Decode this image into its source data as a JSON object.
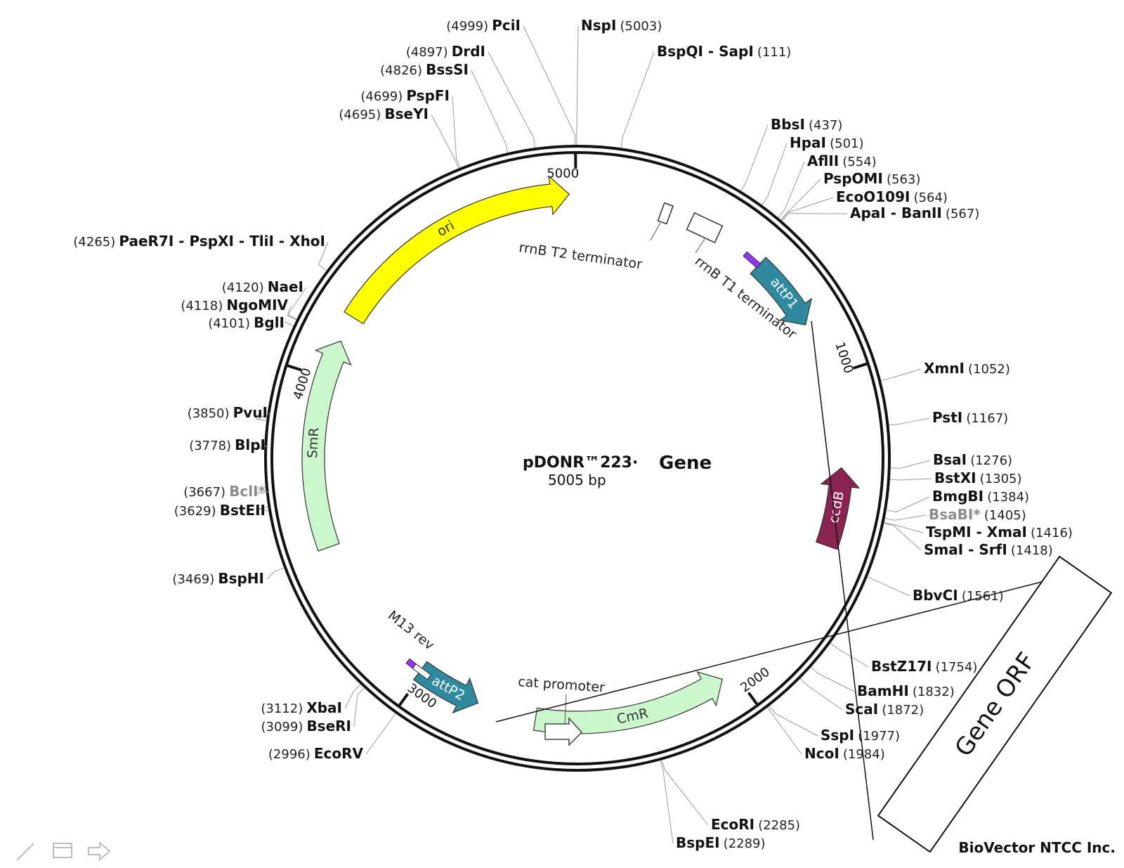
{
  "plasmid": {
    "name": "pDONR™223·",
    "insert": "Gene",
    "size_label": "5005 bp",
    "total_bp": 5005
  },
  "ticks": [
    {
      "label": "5000",
      "bp": 5000
    },
    {
      "label": "1000",
      "bp": 1000
    },
    {
      "label": "2000",
      "bp": 2000
    },
    {
      "label": "3000",
      "bp": 3000
    },
    {
      "label": "4000",
      "bp": 4000
    }
  ],
  "features": [
    {
      "name": "ori",
      "start": 4200,
      "end": 4980,
      "direction": 1,
      "color": "#ffff00",
      "label_color": "#333333"
    },
    {
      "name": "attP1",
      "start": 600,
      "end": 830,
      "direction": 1,
      "color": "#2f8aa0",
      "label_color": "#ffffff"
    },
    {
      "name": "ccdB",
      "start": 1280,
      "end": 1520,
      "direction": -1,
      "color": "#8b2350",
      "label_color": "#ffffff"
    },
    {
      "name": "CmR",
      "start": 2040,
      "end": 2630,
      "direction": -1,
      "color": "#ccf7cc",
      "label_color": "#333333"
    },
    {
      "name": "attP2",
      "start": 2810,
      "end": 3010,
      "direction": -1,
      "color": "#2f8aa0",
      "label_color": "#ffffff"
    },
    {
      "name": "SmR",
      "start": 3480,
      "end": 4120,
      "direction": 1,
      "color": "#ccf7cc",
      "label_color": "#333333"
    }
  ],
  "small_features": [
    {
      "name": "attP1-site",
      "bp": 575,
      "color": "#9b30ff"
    },
    {
      "name": "attP2-site",
      "bp": 3030,
      "color": "#9b30ff"
    },
    {
      "name": "attP2-site-b",
      "bp": 3005,
      "color": "#ffffff"
    }
  ],
  "external_labels": [
    {
      "text": "rrnB T2 terminator"
    },
    {
      "text": "rrnB T1 terminator"
    },
    {
      "text": "M13 rev"
    },
    {
      "text": "cat promoter"
    }
  ],
  "sites_left": [
    {
      "pos": "(4999)",
      "name": "PciI",
      "bp": 4999,
      "dim": false
    },
    {
      "pos": "(4897)",
      "name": "DrdI",
      "bp": 4897,
      "dim": false
    },
    {
      "pos": "(4826)",
      "name": "BssSI",
      "bp": 4826,
      "dim": false
    },
    {
      "pos": "(4699)",
      "name": "PspFI",
      "bp": 4699,
      "dim": false
    },
    {
      "pos": "(4695)",
      "name": "BseYI",
      "bp": 4695,
      "dim": false
    },
    {
      "pos": "(4265)",
      "name": "PaeR7I - PspXI - TliI - XhoI",
      "bp": 4265,
      "dim": false
    },
    {
      "pos": "(4120)",
      "name": "NaeI",
      "bp": 4120,
      "dim": false
    },
    {
      "pos": "(4118)",
      "name": "NgoMIV",
      "bp": 4118,
      "dim": false
    },
    {
      "pos": "(4101)",
      "name": "BglI",
      "bp": 4101,
      "dim": false
    },
    {
      "pos": "(3850)",
      "name": "PvuI",
      "bp": 3850,
      "dim": false
    },
    {
      "pos": "(3778)",
      "name": "BlpI",
      "bp": 3778,
      "dim": false
    },
    {
      "pos": "(3667)",
      "name": "BclI*",
      "bp": 3667,
      "dim": true
    },
    {
      "pos": "(3629)",
      "name": "BstEII",
      "bp": 3629,
      "dim": false
    },
    {
      "pos": "(3469)",
      "name": "BspHI",
      "bp": 3469,
      "dim": false
    },
    {
      "pos": "(3112)",
      "name": "XbaI",
      "bp": 3112,
      "dim": false
    },
    {
      "pos": "(3099)",
      "name": "BseRI",
      "bp": 3099,
      "dim": false
    },
    {
      "pos": "(2996)",
      "name": "EcoRV",
      "bp": 2996,
      "dim": false
    }
  ],
  "sites_right": [
    {
      "name": "NspI",
      "pos": "(5003)",
      "bp": 5003,
      "dim": false
    },
    {
      "name": "BspQI - SapI",
      "pos": "(111)",
      "bp": 111,
      "dim": false
    },
    {
      "name": "BbsI",
      "pos": "(437)",
      "bp": 437,
      "dim": false
    },
    {
      "name": "HpaI",
      "pos": "(501)",
      "bp": 501,
      "dim": false
    },
    {
      "name": "AflII",
      "pos": "(554)",
      "bp": 554,
      "dim": false
    },
    {
      "name": "PspOMI",
      "pos": "(563)",
      "bp": 563,
      "dim": false
    },
    {
      "name": "EcoO109I",
      "pos": "(564)",
      "bp": 564,
      "dim": false
    },
    {
      "name": "ApaI - BanII",
      "pos": "(567)",
      "bp": 567,
      "dim": false
    },
    {
      "name": "XmnI",
      "pos": "(1052)",
      "bp": 1052,
      "dim": false
    },
    {
      "name": "PstI",
      "pos": "(1167)",
      "bp": 1167,
      "dim": false
    },
    {
      "name": "BsaI",
      "pos": "(1276)",
      "bp": 1276,
      "dim": false
    },
    {
      "name": "BstXI",
      "pos": "(1305)",
      "bp": 1305,
      "dim": false
    },
    {
      "name": "BmgBI",
      "pos": "(1384)",
      "bp": 1384,
      "dim": false
    },
    {
      "name": "BsaBI*",
      "pos": "(1405)",
      "bp": 1405,
      "dim": true
    },
    {
      "name": "TspMI - XmaI",
      "pos": "(1416)",
      "bp": 1416,
      "dim": false
    },
    {
      "name": "SmaI - SrfI",
      "pos": "(1418)",
      "bp": 1418,
      "dim": false
    },
    {
      "name": "BbvCI",
      "pos": "(1561)",
      "bp": 1561,
      "dim": false
    },
    {
      "name": "BstZ17I",
      "pos": "(1754)",
      "bp": 1754,
      "dim": false
    },
    {
      "name": "BamHI",
      "pos": "(1832)",
      "bp": 1832,
      "dim": false
    },
    {
      "name": "ScaI",
      "pos": "(1872)",
      "bp": 1872,
      "dim": false
    },
    {
      "name": "SspI",
      "pos": "(1977)",
      "bp": 1977,
      "dim": false
    },
    {
      "name": "NcoI",
      "pos": "(1984)",
      "bp": 1984,
      "dim": false
    },
    {
      "name": "EcoRI",
      "pos": "(2285)",
      "bp": 2285,
      "dim": false
    },
    {
      "name": "BspEI",
      "pos": "(2289)",
      "bp": 2289,
      "dim": false
    }
  ],
  "insert_box": {
    "label": "Gene ORF"
  },
  "footer": {
    "company": "BioVector NTCC Inc."
  },
  "toolbar": {
    "icons": [
      {
        "name": "pencil-icon"
      },
      {
        "name": "window-icon"
      },
      {
        "name": "arrow-right-icon"
      }
    ]
  }
}
